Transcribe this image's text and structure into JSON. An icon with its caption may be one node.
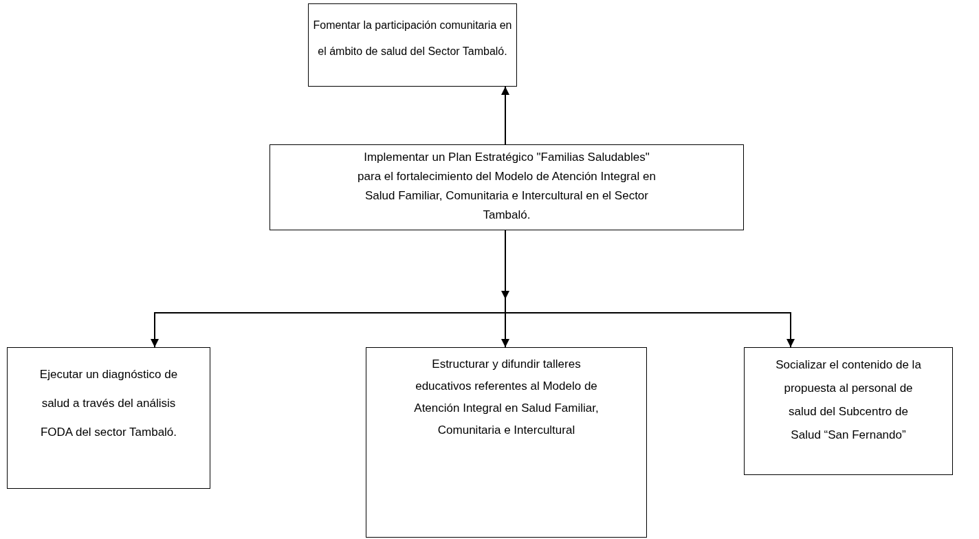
{
  "diagram": {
    "nodes": [
      {
        "text": [
          "Fomentar la participación comunitaria  en el ámbito de salud del Sector Tambaló."
        ]
      },
      {
        "text": [
          "Implementar un Plan Estratégico \"Familias Saludables\" para el fortalecimiento del Modelo de Atención Integral en Salud Familiar, Comunitaria e Intercultural en el Sector Tambaló."
        ]
      },
      {
        "text": [
          "Ejecutar un diagnóstico de salud a través del análisis FODA del sector Tambaló."
        ]
      },
      {
        "text": [
          "Estructurar y difundir talleres educativos referentes al  Modelo de Atención Integral en Salud Familiar, Comunitaria e Intercultural"
        ]
      },
      {
        "text": [
          "Socializar el contenido de la propuesta al personal de salud del Subcentro de Salud “San Fernando”"
        ]
      }
    ],
    "edges": [
      {
        "from": 1,
        "to": 0,
        "arrow": "to"
      },
      {
        "from": 1,
        "to": 2,
        "arrow": "to"
      },
      {
        "from": 1,
        "to": 3,
        "arrow": "to"
      },
      {
        "from": 1,
        "to": 4,
        "arrow": "to"
      }
    ]
  }
}
